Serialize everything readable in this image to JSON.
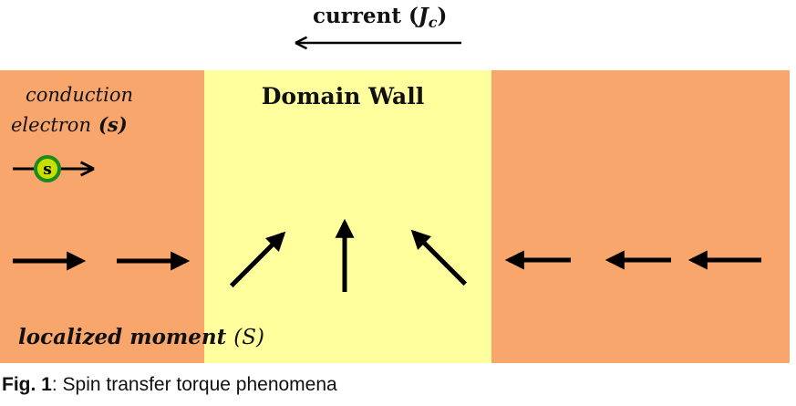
{
  "current": {
    "label": "current (",
    "symbol": "J",
    "subscript": "c",
    "close": ")",
    "direction": "left"
  },
  "regions": [
    {
      "name": "left-domain",
      "color": "#f8a66c"
    },
    {
      "name": "domain-wall",
      "color": "#ffff9e",
      "label": "Domain Wall"
    },
    {
      "name": "right-domain",
      "color": "#f8a66c"
    }
  ],
  "conduction_electron": {
    "line1": "conduction",
    "line2": "electron",
    "symbol": "(s)",
    "badge": "s",
    "badge_fill": "#c8e000",
    "badge_ring": "#1e8a1e",
    "direction": "right"
  },
  "localized_moment": {
    "label": "localized moment",
    "symbol": "(S)",
    "moments": [
      {
        "angle_deg": 0
      },
      {
        "angle_deg": 0
      },
      {
        "angle_deg": 45
      },
      {
        "angle_deg": 90
      },
      {
        "angle_deg": 135
      },
      {
        "angle_deg": 180
      },
      {
        "angle_deg": 180
      },
      {
        "angle_deg": 180
      }
    ]
  },
  "caption": {
    "fig_label": "Fig. 1",
    "text": ": Spin transfer torque phenomena"
  }
}
